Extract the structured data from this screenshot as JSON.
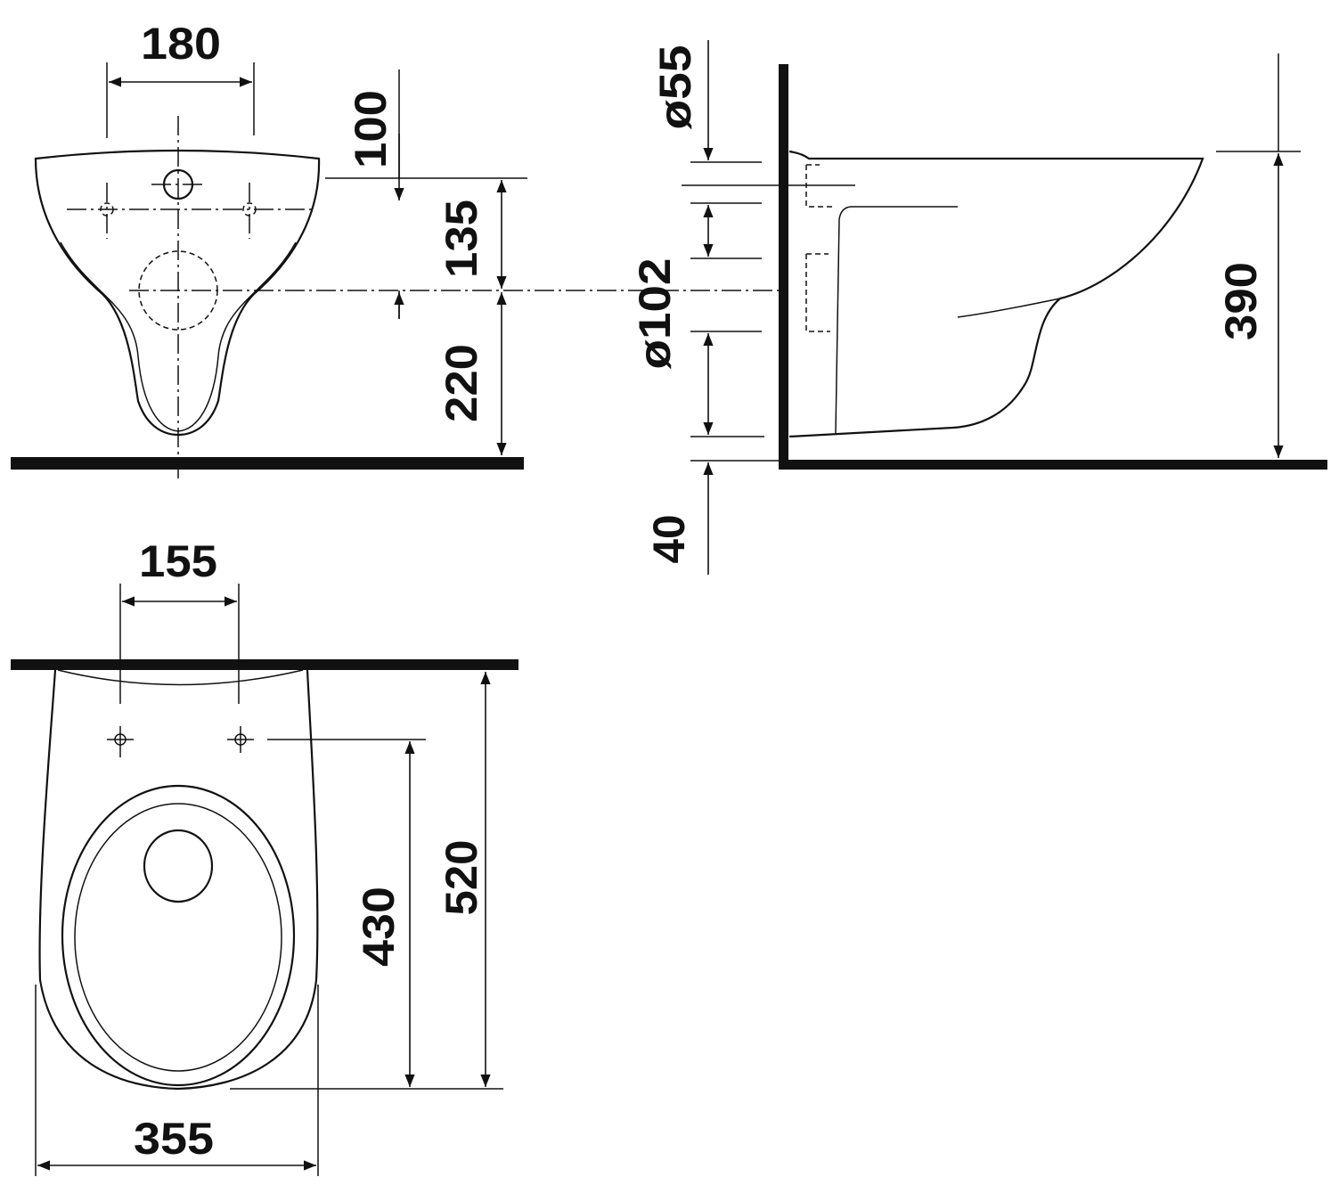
{
  "front_view": {
    "width_top_holes": "180",
    "height_top": "100",
    "height_mid": "135",
    "height_bottom": "220"
  },
  "side_view": {
    "pipe_small": "ø55",
    "pipe_large": "ø102",
    "floor_gap": "40",
    "total_height": "390"
  },
  "top_view": {
    "fixing_distance": "155",
    "length_fixing": "430",
    "total_length": "520",
    "width": "355"
  }
}
